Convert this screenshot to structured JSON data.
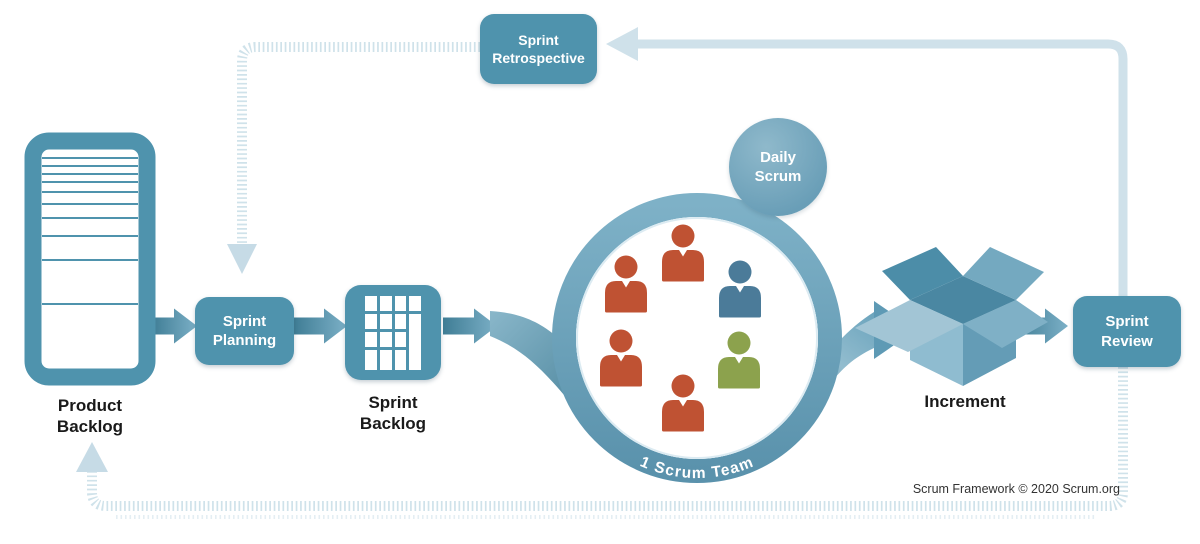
{
  "colors": {
    "box_teal": "#4f93ad",
    "ring_teal": "#68a4bc",
    "loop_light": "#cfe1ea",
    "loop_arrowhead": "#c6dbe6",
    "hatch_light": "#cfe2ea",
    "arrow_dark": "#3f7d95",
    "arrow_light": "#7cb0c7",
    "label_dark": "#1a1a1a"
  },
  "nodes": {
    "product_backlog": {
      "label": "Product\nBacklog"
    },
    "sprint_planning": {
      "label": "Sprint\nPlanning"
    },
    "sprint_backlog": {
      "label": "Sprint\nBacklog"
    },
    "daily_scrum": {
      "label": "Daily\nScrum"
    },
    "scrum_team": {
      "label": "1 Scrum Team"
    },
    "increment": {
      "label": "Increment"
    },
    "sprint_review": {
      "label": "Sprint\nReview"
    },
    "sprint_retrospective": {
      "label": "Sprint\nRetrospective"
    }
  },
  "team": {
    "members": [
      {
        "position": "top-center",
        "color": "#bf5233"
      },
      {
        "position": "upper-left",
        "color": "#bf5233"
      },
      {
        "position": "upper-right",
        "color": "#4b7b99"
      },
      {
        "position": "mid-left",
        "color": "#bf5233"
      },
      {
        "position": "mid-right",
        "color": "#8ca24d"
      },
      {
        "position": "bottom-center",
        "color": "#bf5233"
      }
    ]
  },
  "footer": {
    "credit": "Scrum Framework © 2020 Scrum.org"
  }
}
